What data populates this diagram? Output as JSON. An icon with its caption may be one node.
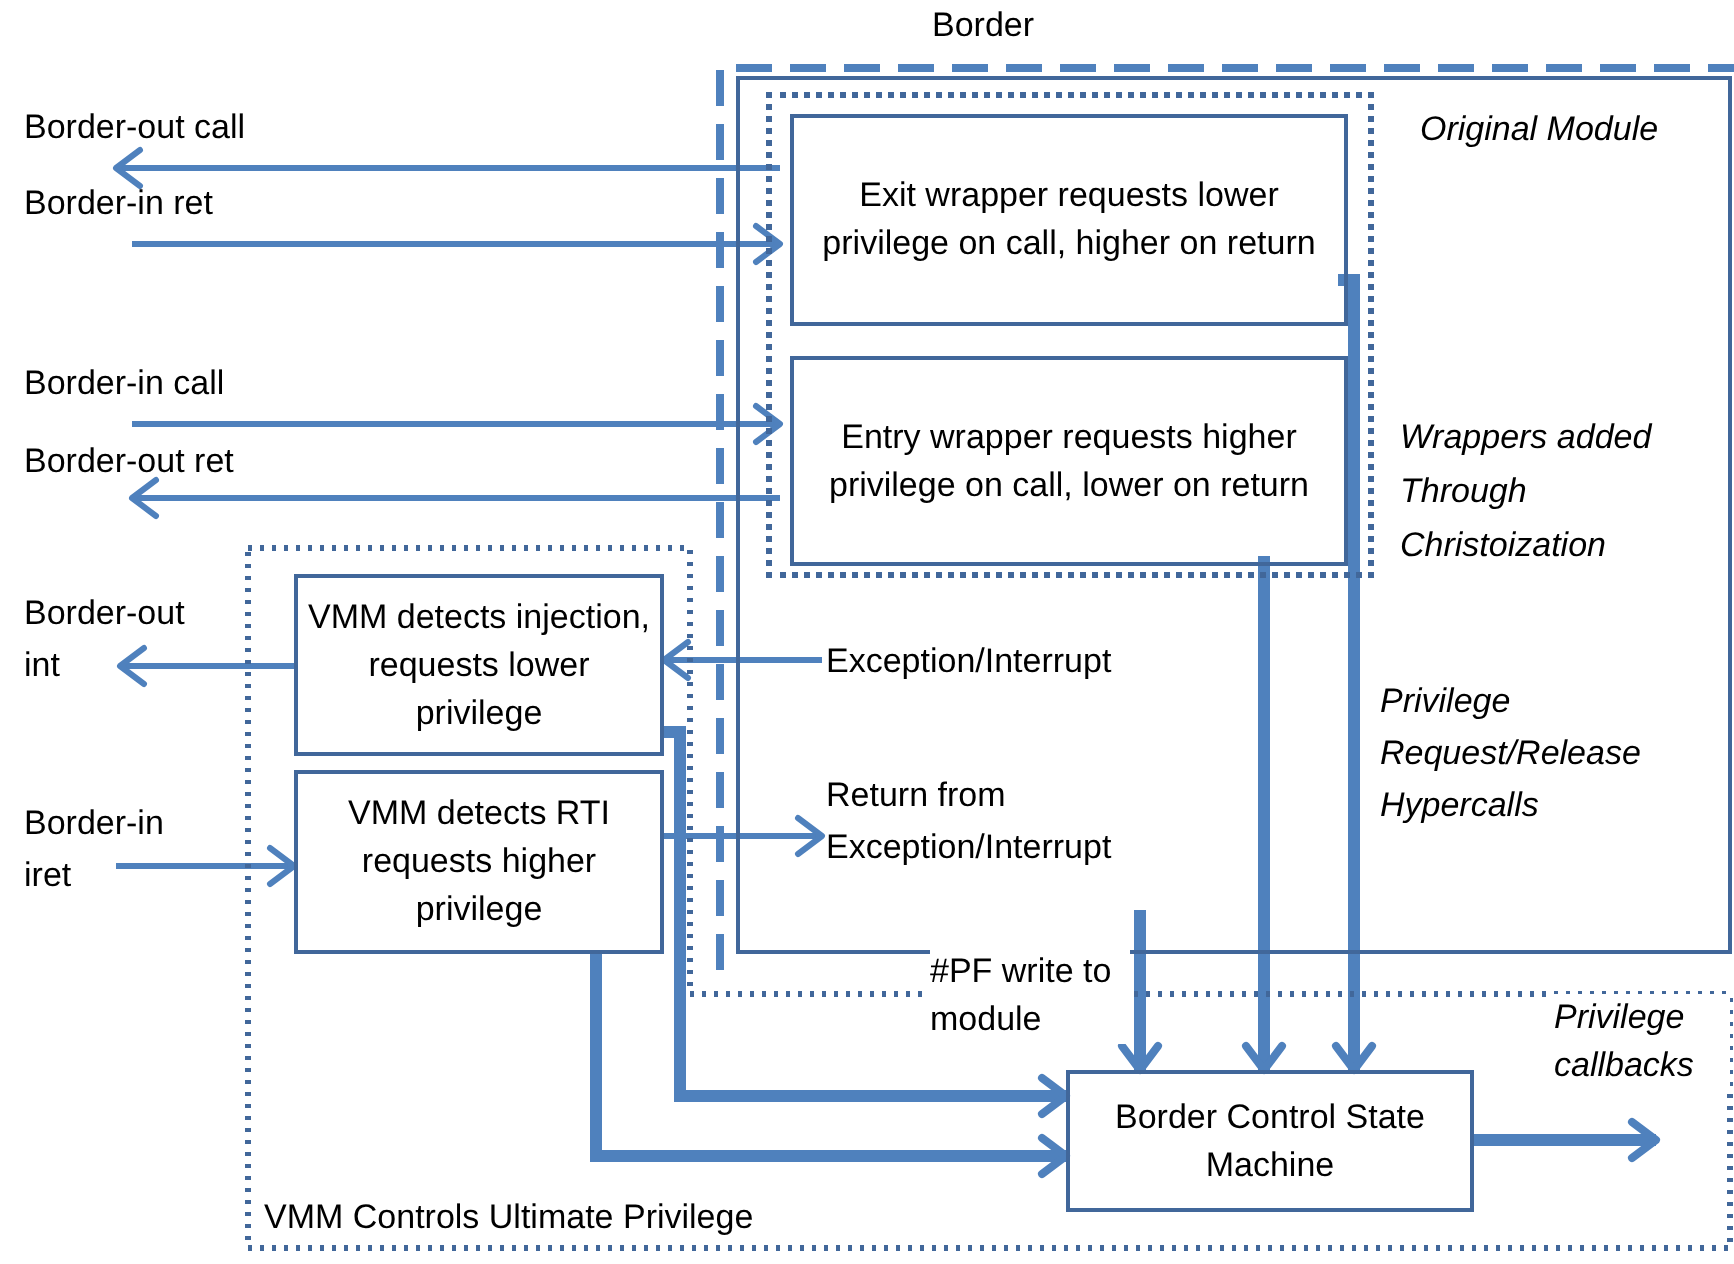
{
  "diagram": {
    "nodes": [
      {
        "text": [
          "Border"
        ]
      },
      {
        "text": [
          "Original Module"
        ],
        "in": 0
      },
      {
        "text": [],
        "shape": "box",
        "in": 1,
        "beside": [
          "Wrappers added Through Christoization"
        ]
      },
      {
        "text": [
          "Exit wrapper requests lower privilege on call, higher on return"
        ],
        "in": 2
      },
      {
        "text": [
          "Entry wrapper requests higher privilege on call, lower on return"
        ],
        "in": 2
      },
      {
        "text": [
          "Exception/Interrupt"
        ],
        "in": 1
      },
      {
        "text": [
          "Return from Exception/Interrupt"
        ],
        "in": 1
      },
      {
        "text": [
          "VMM Controls Ultimate Privilege"
        ]
      },
      {
        "text": [
          "VMM detects injection, requests lower privilege"
        ],
        "in": 7
      },
      {
        "text": [
          "VMM detects RTI requests higher privilege"
        ],
        "in": 7
      },
      {
        "text": [
          "Border Control State Machine"
        ],
        "in": 7
      },
      {
        "text": [
          "Border-out call"
        ]
      },
      {
        "text": [
          "Border-in ret"
        ]
      },
      {
        "text": [
          "Border-in call"
        ]
      },
      {
        "text": [
          "Border-out ret"
        ]
      },
      {
        "text": [
          "Border-out int"
        ]
      },
      {
        "text": [
          "Border-in iret"
        ]
      }
    ],
    "edges": [
      {
        "from": 3,
        "to": 11,
        "arrow": "to"
      },
      {
        "from": 12,
        "to": 3,
        "arrow": "to"
      },
      {
        "from": 13,
        "to": 4,
        "arrow": "to"
      },
      {
        "from": 4,
        "to": 14,
        "arrow": "to"
      },
      {
        "from": 5,
        "to": 8,
        "arrow": "to"
      },
      {
        "from": 8,
        "to": 15,
        "arrow": "to"
      },
      {
        "from": 16,
        "to": 9,
        "arrow": "to"
      },
      {
        "from": 9,
        "to": 6,
        "arrow": "to"
      },
      {
        "from": 3,
        "to": 10,
        "arrow": "to",
        "style": "thick"
      },
      {
        "from": 4,
        "to": 10,
        "arrow": "to",
        "style": "thick"
      },
      {
        "from": 8,
        "to": 10,
        "arrow": "to",
        "style": "thick"
      },
      {
        "from": 9,
        "to": 10,
        "arrow": "to",
        "style": "thick"
      },
      {
        "from": null,
        "to": 10,
        "arrow": "to",
        "style": "thick",
        "label": "#PF write to module"
      },
      {
        "from": 10,
        "to": null,
        "arrow": "to",
        "style": "thick",
        "label": "Privilege callbacks"
      }
    ],
    "labels": [
      "Privilege Request/Release Hypercalls"
    ]
  }
}
